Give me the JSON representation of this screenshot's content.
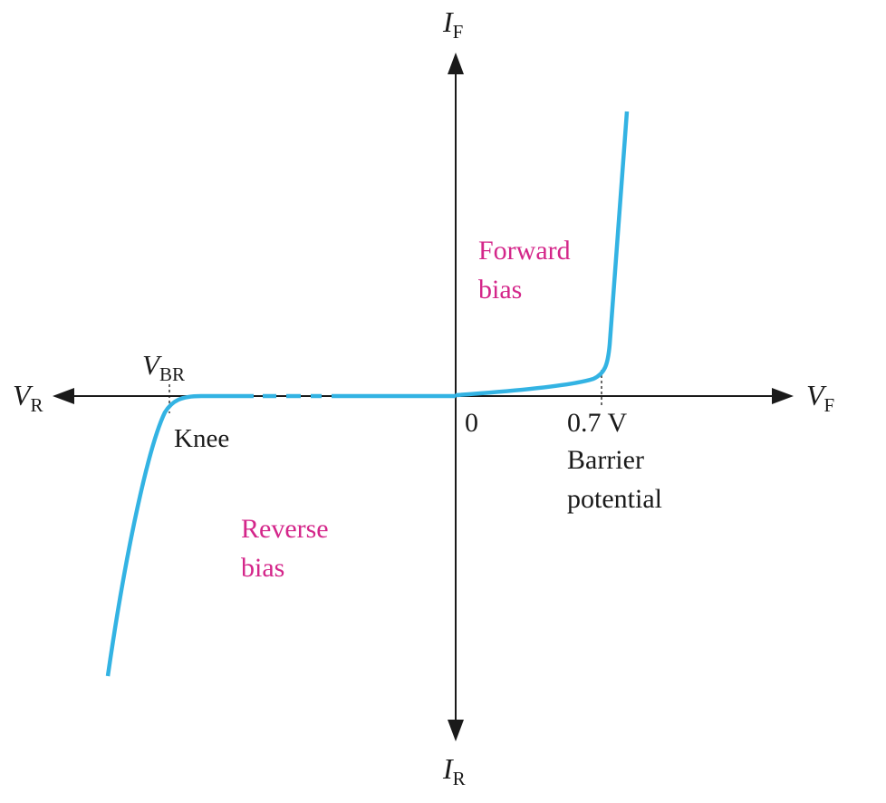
{
  "axes": {
    "forward_current": {
      "symbol": "I",
      "subscript": "F"
    },
    "reverse_current": {
      "symbol": "I",
      "subscript": "R"
    },
    "forward_voltage": {
      "symbol": "V",
      "subscript": "F"
    },
    "reverse_voltage": {
      "symbol": "V",
      "subscript": "R"
    }
  },
  "labels": {
    "breakdown": {
      "symbol": "V",
      "subscript": "BR"
    },
    "knee": "Knee",
    "origin": "0",
    "barrier_value": "0.7 V",
    "barrier_line1": "Barrier",
    "barrier_line2": "potential"
  },
  "regions": {
    "forward": {
      "line1": "Forward",
      "line2": "bias"
    },
    "reverse": {
      "line1": "Reverse",
      "line2": "bias"
    }
  },
  "colors": {
    "curve": "#33b3e3",
    "axis": "#1a1a1a",
    "region_text": "#d4268a"
  }
}
